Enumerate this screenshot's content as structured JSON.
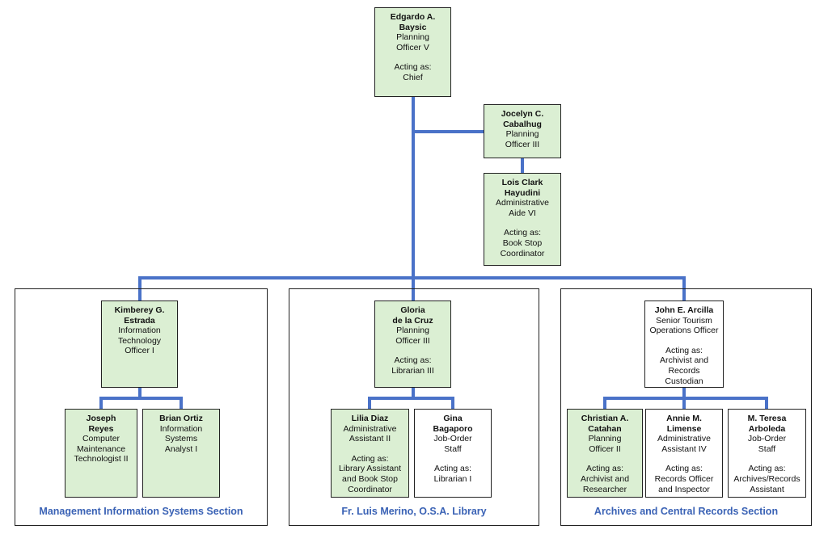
{
  "colors": {
    "connector": "#4a72c8",
    "green_box": "#dbefd3",
    "section_title": "#3a62b5"
  },
  "nodes": {
    "chief": {
      "name": [
        "Edgardo A.",
        "Baysic"
      ],
      "title": [
        "Planning",
        "Officer V"
      ],
      "acting": [
        "Acting as:",
        "Chief"
      ]
    },
    "cabalhug": {
      "name": [
        "Jocelyn C.",
        "Cabalhug"
      ],
      "title": [
        "Planning",
        "Officer III"
      ]
    },
    "hayudini": {
      "name": [
        "Lois Clark",
        "Hayudini"
      ],
      "title": [
        "Administrative",
        "Aide VI"
      ],
      "acting": [
        "Acting as:",
        "Book Stop",
        "Coordinator"
      ]
    },
    "estrada": {
      "name": [
        "Kimberey G.",
        "Estrada"
      ],
      "title": [
        "Information",
        "Technology",
        "Officer I"
      ]
    },
    "reyes": {
      "name": [
        "Joseph",
        "Reyes"
      ],
      "title": [
        "Computer",
        "Maintenance",
        "Technologist II"
      ]
    },
    "ortiz": {
      "name": [
        "Brian Ortiz"
      ],
      "title": [
        "Information",
        "Systems",
        "Analyst I"
      ]
    },
    "delacruz": {
      "name": [
        "Gloria",
        "de la Cruz"
      ],
      "title": [
        "Planning",
        "Officer III"
      ],
      "acting": [
        "Acting as:",
        "Librarian III"
      ]
    },
    "diaz": {
      "name": [
        "Lilia Diaz"
      ],
      "title": [
        "Administrative",
        "Assistant II"
      ],
      "acting": [
        "Acting as:",
        "Library Assistant",
        "and Book Stop",
        "Coordinator"
      ]
    },
    "bagaporo": {
      "name": [
        "Gina",
        "Bagaporo"
      ],
      "title": [
        "Job-Order",
        "Staff"
      ],
      "acting": [
        "Acting as:",
        "Librarian I"
      ]
    },
    "arcilla": {
      "name": [
        "John E. Arcilla"
      ],
      "title": [
        "Senior Tourism",
        "Operations Officer"
      ],
      "acting": [
        "Acting as:",
        "Archivist and",
        "Records",
        "Custodian"
      ]
    },
    "catahan": {
      "name": [
        "Christian A.",
        "Catahan"
      ],
      "title": [
        "Planning",
        "Officer II"
      ],
      "acting": [
        "Acting as:",
        "Archivist and",
        "Researcher"
      ]
    },
    "limense": {
      "name": [
        "Annie M.",
        "Limense"
      ],
      "title": [
        "Administrative",
        "Assistant IV"
      ],
      "acting": [
        "Acting as:",
        "Records Officer",
        "and Inspector"
      ]
    },
    "arboleda": {
      "name": [
        "M. Teresa",
        "Arboleda"
      ],
      "title": [
        "Job-Order",
        "Staff"
      ],
      "acting": [
        "Acting as:",
        "Archives/Records",
        "Assistant"
      ]
    }
  },
  "sections": {
    "mis": {
      "title": "Management Information Systems Section"
    },
    "library": {
      "title": "Fr. Luis Merino, O.S.A. Library"
    },
    "archives": {
      "title": "Archives and Central Records Section"
    }
  }
}
